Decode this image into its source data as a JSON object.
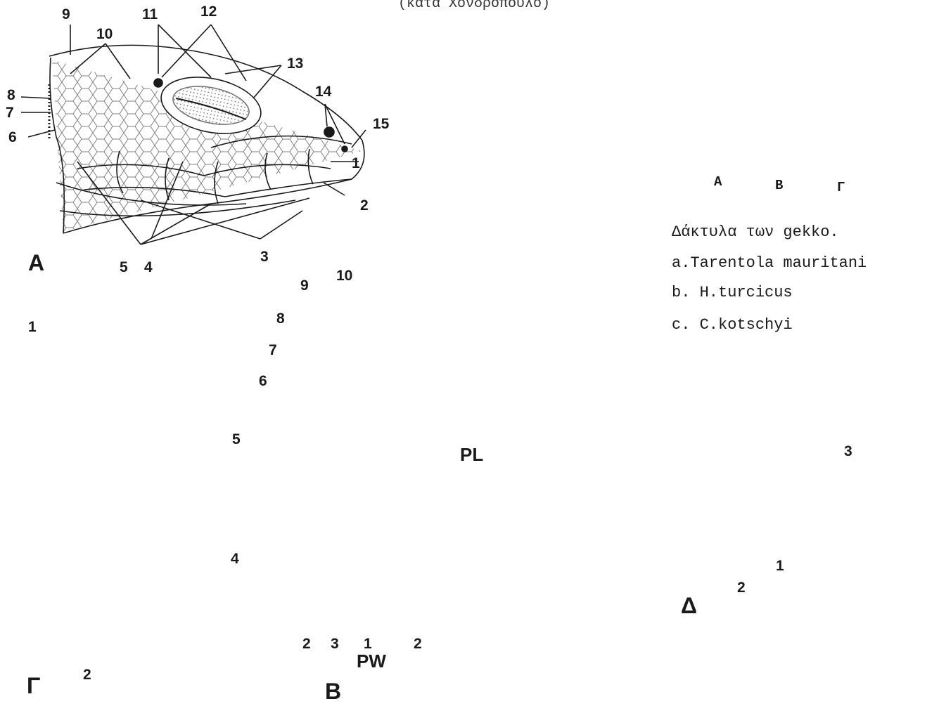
{
  "header": {
    "text": "(κατα Χονδρόπουλο)"
  },
  "panels": {
    "A": {
      "letter": "A",
      "labels": [
        "1",
        "2",
        "3",
        "4",
        "5",
        "6",
        "7",
        "8",
        "9",
        "10",
        "11",
        "12",
        "13",
        "14",
        "15"
      ]
    },
    "B": {
      "letter": "B",
      "labels": [
        "1",
        "2",
        "2",
        "3",
        "4",
        "5",
        "6",
        "7",
        "8",
        "9",
        "10"
      ],
      "pl": "PL",
      "pw": "PW"
    },
    "G": {
      "letter": "Γ",
      "labels": [
        "1",
        "2"
      ]
    },
    "D": {
      "letter": "Δ",
      "labels": [
        "1",
        "2",
        "3"
      ]
    }
  },
  "toes": {
    "letters": [
      "A",
      "B",
      "Γ"
    ],
    "caption": "Δάκτυλα των gekko.",
    "items": [
      "a.Tarentola mauritani",
      "b. H.turcicus",
      "c. C.kotschyi"
    ]
  },
  "colors": {
    "ink": "#1a1a1a",
    "paper": "#ffffff"
  }
}
